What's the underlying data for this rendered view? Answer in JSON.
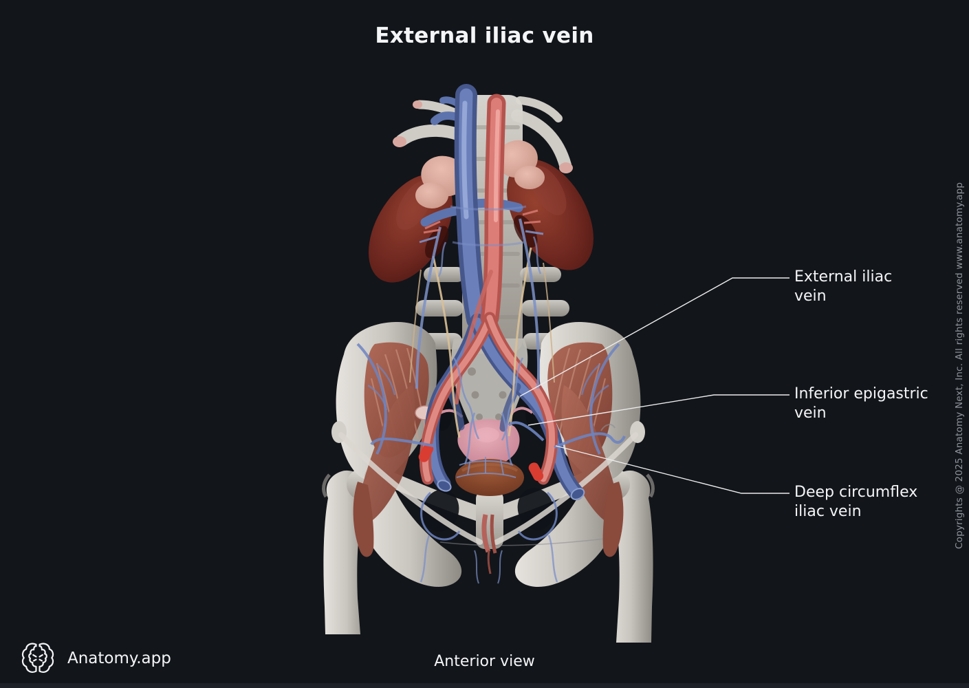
{
  "title": "External iliac vein",
  "annotations": [
    {
      "label": "External iliac vein",
      "line1": "External iliac",
      "line2": "vein"
    },
    {
      "label": "Inferior epigastric vein",
      "line1": "Inferior epigastric",
      "line2": "vein"
    },
    {
      "label": "Deep circumflex iliac vein",
      "line1": "Deep circumflex",
      "line2": "iliac vein"
    }
  ],
  "footer": {
    "brand": "Anatomy.app",
    "logo_icon": "brain-icon",
    "view_label": "Anterior view"
  },
  "copyright": "Copyrights @ 2025 Anatomy Next, Inc. All rights reserved www.anatomy.app",
  "figure": {
    "description": "3D anatomical render, anterior view of pelvis: kidneys, inferior vena cava (blue), abdominal aorta (red), iliac vessels, pelvic bones, iliacus muscles, uterus and bladder"
  },
  "colors": {
    "background": "#12151a",
    "text-primary": "#f4f5f7",
    "text-muted": "#8f949c",
    "leader-line": "#ececec",
    "vein-blue": "#6b80ba",
    "artery-red": "#dd7d78",
    "bone": "#c9c5bf",
    "muscle": "#a25a4c",
    "kidney-maroon": "#6f2820",
    "organ-pink": "#d794a2",
    "bladder-brown": "#7c4028"
  }
}
